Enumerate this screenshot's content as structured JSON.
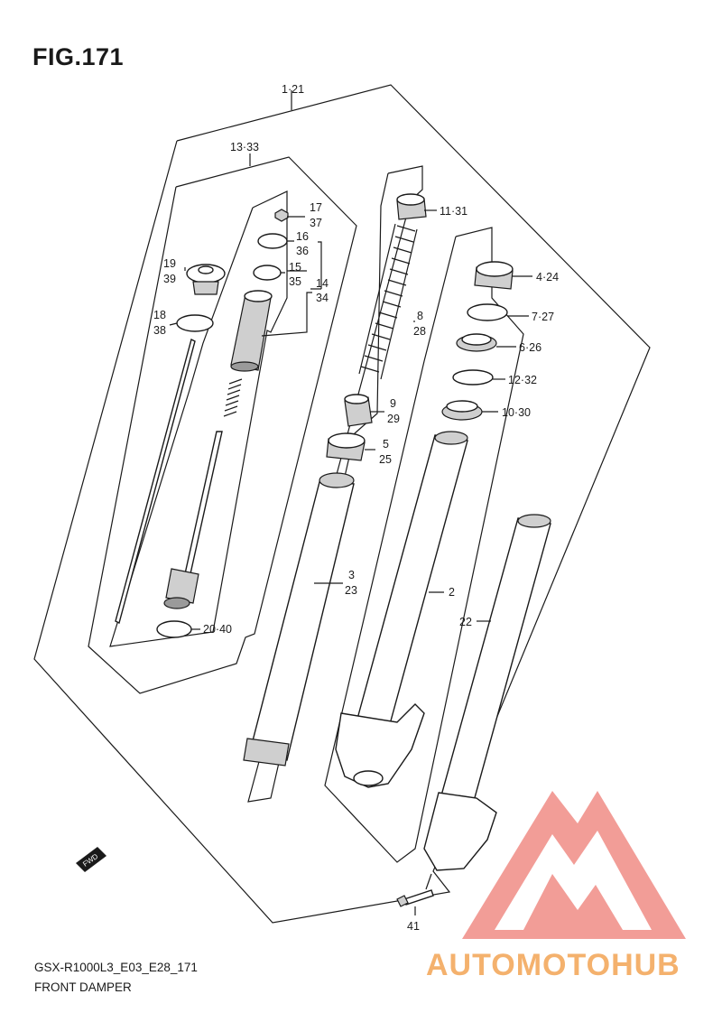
{
  "figure": {
    "title": "FIG.171",
    "model_code": "GSX-R1000L3_E03_E28_171",
    "section_name": "FRONT DAMPER"
  },
  "watermark": {
    "brand_text": "AUTOMOTOHUB",
    "accent_color": "#f08c86",
    "secondary_color": "#f7b45a",
    "tertiary_color": "#555555"
  },
  "callouts": {
    "c1_21": "1·21",
    "c13_33": "13·33",
    "c17": "17",
    "c37": "37",
    "c16": "16",
    "c36": "36",
    "c15": "15",
    "c35": "35",
    "c14": "14",
    "c34": "34",
    "c19": "19",
    "c39": "39",
    "c18": "18",
    "c38": "38",
    "c20_40": "20·40",
    "c11_31": "11·31",
    "c8": "8",
    "c28": "28",
    "c9": "9",
    "c29": "29",
    "c5": "5",
    "c25": "25",
    "c3": "3",
    "c23": "23",
    "c2": "2",
    "c4_24": "4·24",
    "c7_27": "7·27",
    "c6_26": "6·26",
    "c12_32": "12·32",
    "c10_30": "10·30",
    "c22": "22",
    "c41": "41"
  },
  "fwd_badge": "FWD"
}
